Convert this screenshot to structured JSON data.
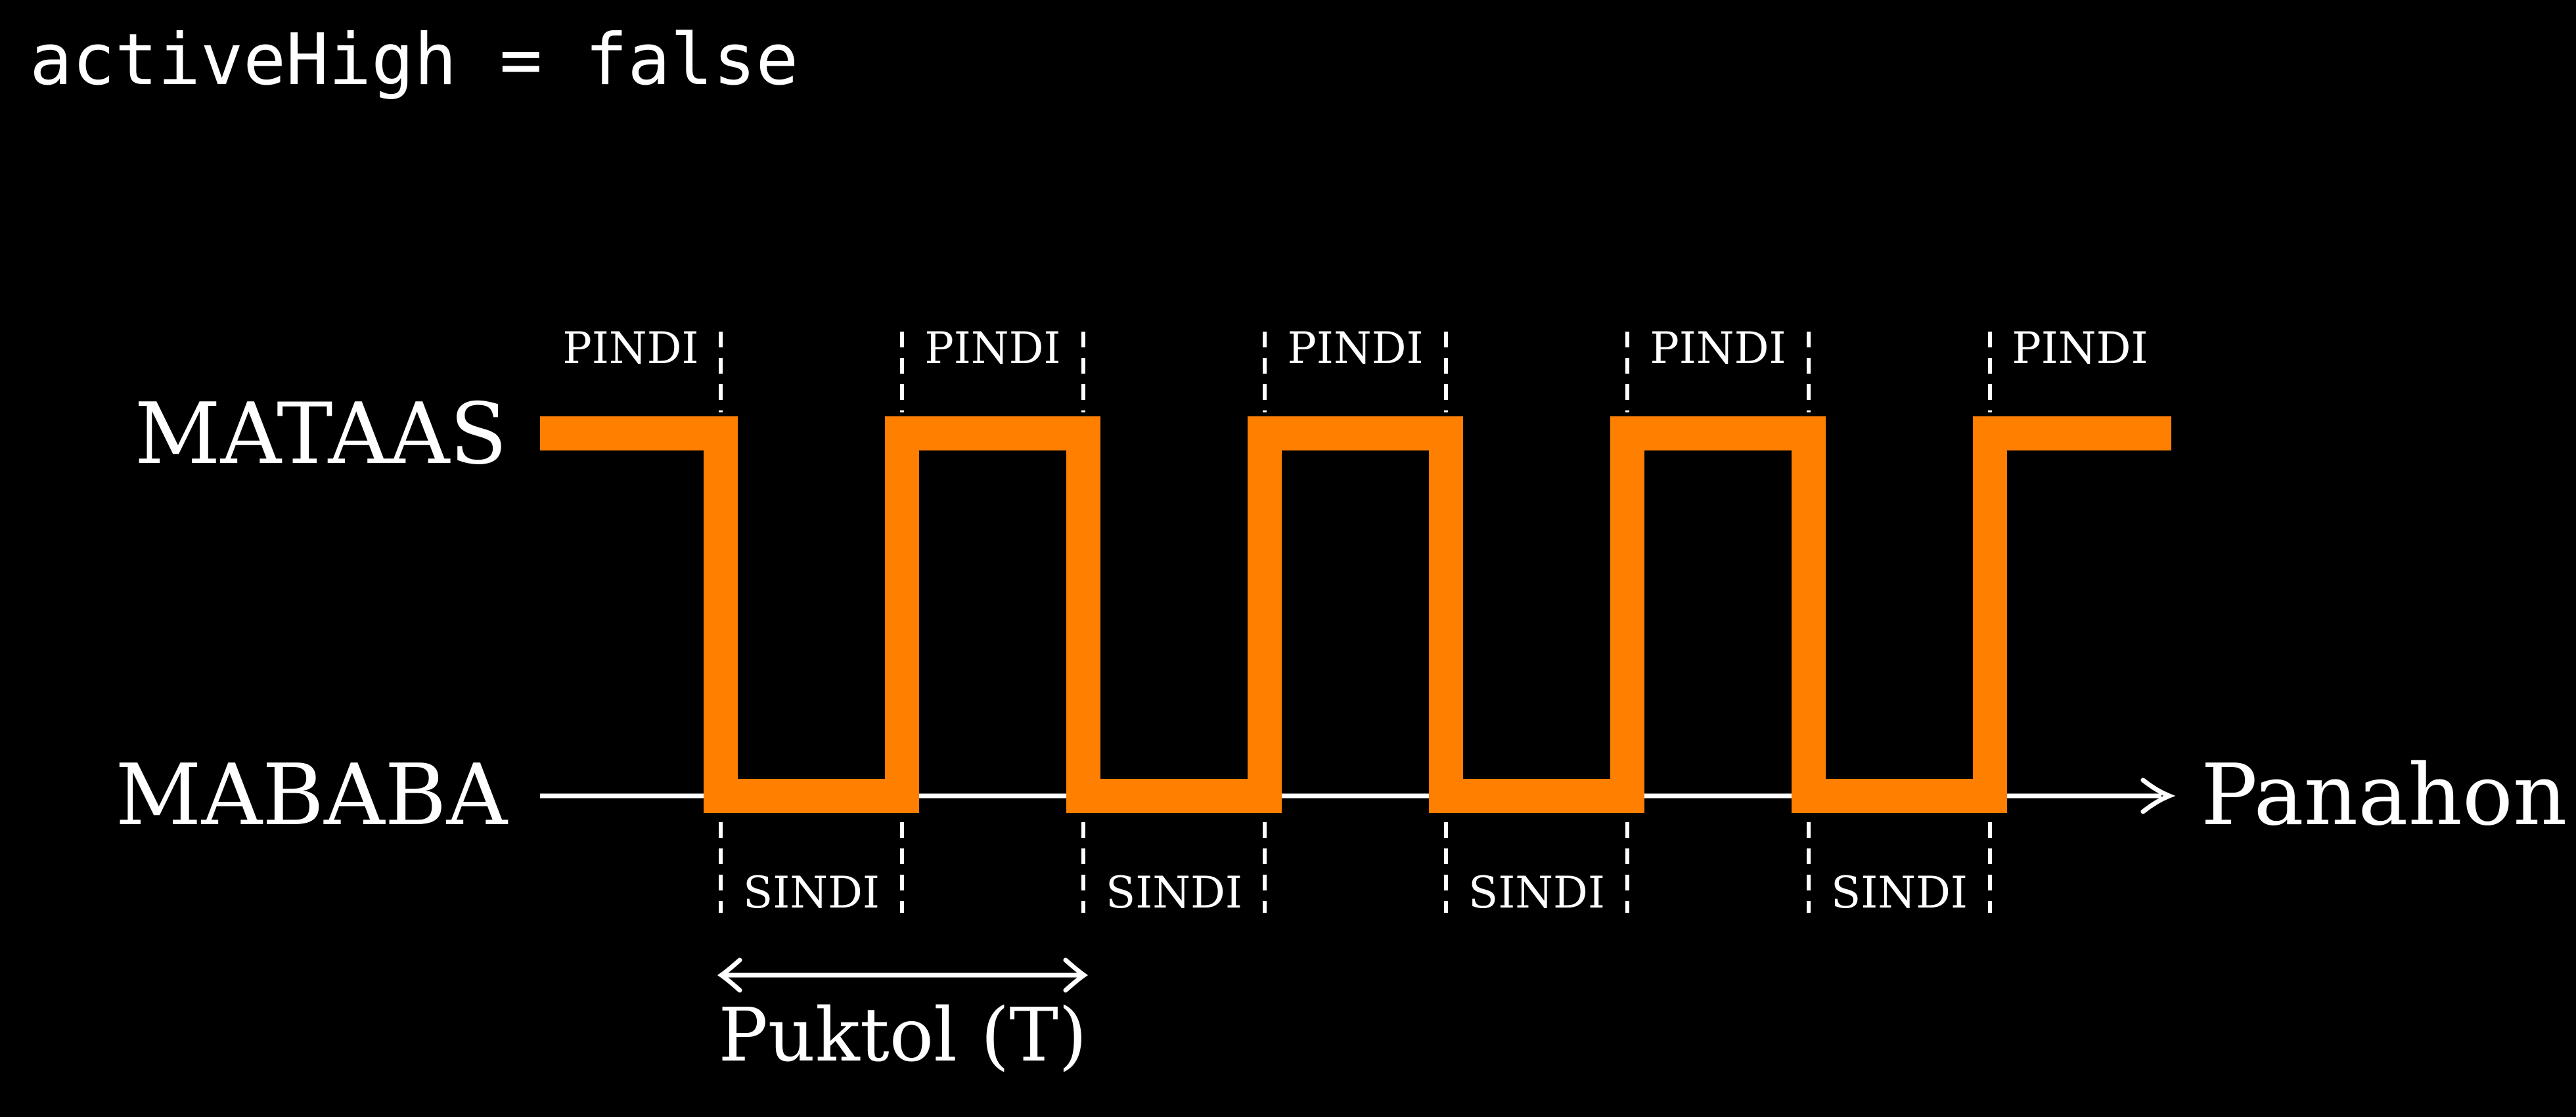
{
  "code_label": "activeHigh = false",
  "levels": {
    "high_label": "MATAAS",
    "low_label": "MABABA"
  },
  "axis": {
    "time_label": "Panahon"
  },
  "markers": {
    "on_label": "PINDI",
    "off_label": "SINDI"
  },
  "period": {
    "label": "Puktol (T)"
  },
  "signal": {
    "color": "#ff7f00",
    "states": [
      "high",
      "low",
      "high",
      "low",
      "high",
      "low",
      "high",
      "low",
      "high"
    ],
    "cycles": 4
  },
  "colors": {
    "background": "#000000",
    "foreground": "#ffffff",
    "signal": "#ff7f00"
  }
}
